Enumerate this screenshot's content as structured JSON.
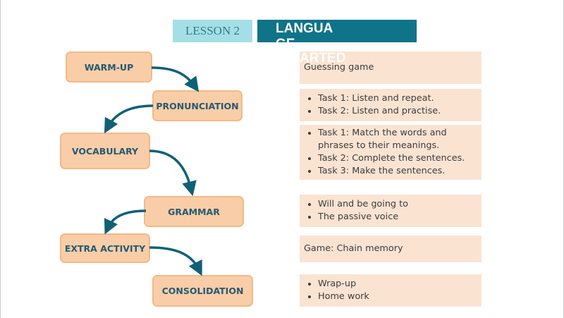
{
  "header": {
    "lesson_label": "LESSON 2",
    "title": "LANGUA GE",
    "overflow_text": "ARTED"
  },
  "steps": [
    {
      "label": "WARM-UP"
    },
    {
      "label": "PRONUNCIATION"
    },
    {
      "label": "VOCABULARY"
    },
    {
      "label": "GRAMMAR"
    },
    {
      "label": "EXTRA ACTIVITY"
    },
    {
      "label": "CONSOLIDATION"
    }
  ],
  "activities": {
    "warmup": "Guessing game",
    "pronunciation": [
      "Task 1: Listen and repeat.",
      "Task 2: Listen and practise."
    ],
    "vocabulary": [
      "Task 1: Match the words and phrases to their meanings.",
      "Task 2: Complete the sentences.",
      "Task 3: Make the sentences."
    ],
    "grammar": [
      "Will and be going to",
      "The passive voice"
    ],
    "extra": "Game: Chain memory",
    "consolidation": [
      "Wrap-up",
      "Home work"
    ]
  },
  "colors": {
    "accent": "#0f7489",
    "step_fill": "#f9cda7",
    "desc_fill": "#fbe3d2",
    "lesson_fill": "#a5dfe6"
  }
}
